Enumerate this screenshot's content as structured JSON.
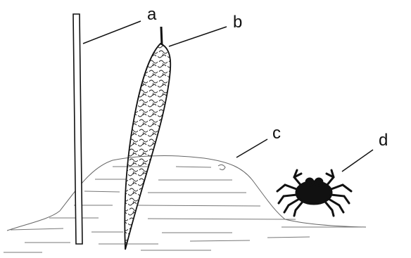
{
  "figure": {
    "labels": {
      "a": "a",
      "b": "b",
      "c": "c",
      "d": "d"
    },
    "colors": {
      "ink": "#111111",
      "line": "#555555",
      "background": "#ffffff"
    }
  }
}
